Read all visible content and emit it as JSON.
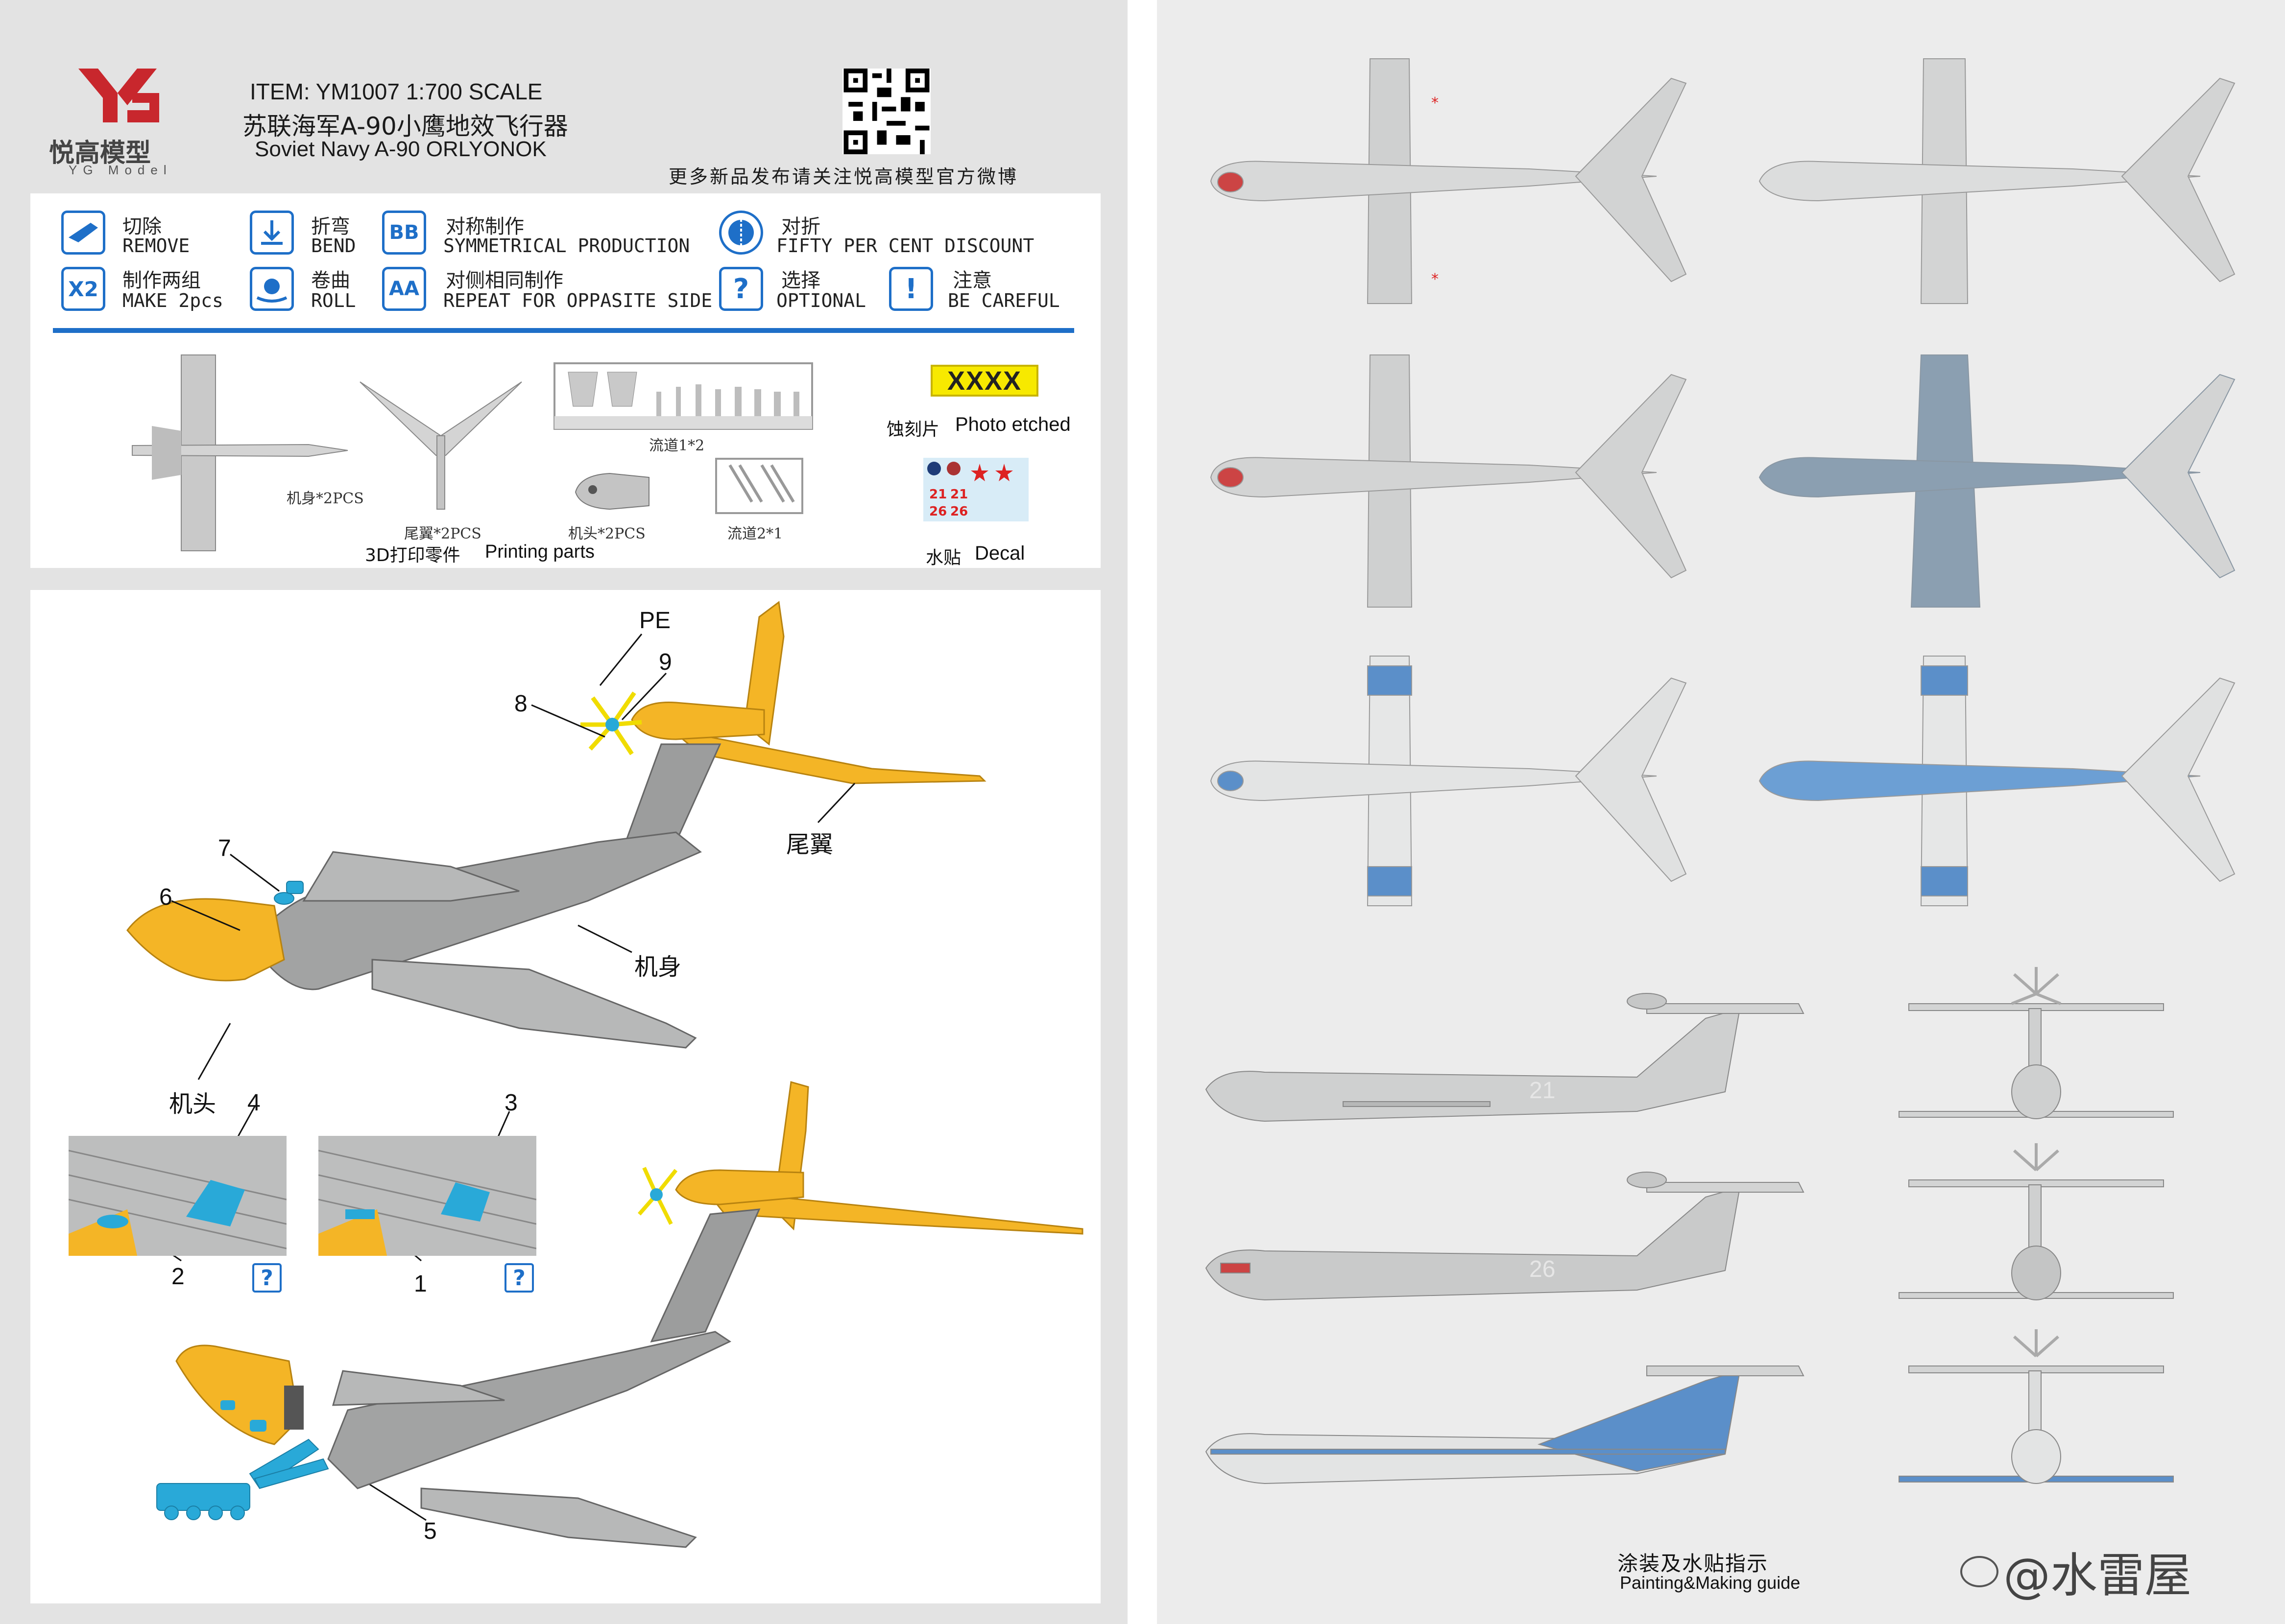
{
  "brand": {
    "logo_text": "悦高模型",
    "logo_sub": "YG Model"
  },
  "header": {
    "item_line": "ITEM: YM1007 1:700 SCALE",
    "title_zh": "苏联海军A-90小鹰地效飞行器",
    "title_en": "Soviet Navy A-90 ORLYONOK",
    "weibo_note": "更多新品发布请关注悦高模型官方微博"
  },
  "legend": [
    {
      "icon": "cut-icon",
      "zh": "切除",
      "en": "REMOVE"
    },
    {
      "icon": "bend-icon",
      "zh": "折弯",
      "en": "BEND"
    },
    {
      "icon": "symmetric-icon",
      "glyph": "BB",
      "zh": "对称制作",
      "en": "SYMMETRICAL PRODUCTION"
    },
    {
      "icon": "fold-half-icon",
      "zh": "对折",
      "en": "FIFTY PER CENT DISCOUNT"
    },
    {
      "icon": "make-two-icon",
      "glyph": "X2",
      "zh": "制作两组",
      "en": "MAKE 2pcs"
    },
    {
      "icon": "roll-icon",
      "zh": "卷曲",
      "en": "ROLL"
    },
    {
      "icon": "repeat-icon",
      "glyph": "AA",
      "zh": "对侧相同制作",
      "en": "REPEAT FOR OPPASITE SIDE"
    },
    {
      "icon": "question-icon",
      "glyph": "?",
      "zh": "选择",
      "en": "OPTIONAL"
    },
    {
      "icon": "exclamation-icon",
      "glyph": "!",
      "zh": "注意",
      "en": "BE CAREFUL"
    }
  ],
  "parts": {
    "fuselage": "机身*2PCS",
    "tail": "尾翼*2PCS",
    "nose": "机头*2PCS",
    "runner1": "流道1*2",
    "runner2": "流道2*1",
    "printing_zh": "3D打印零件",
    "printing_en": "Printing parts",
    "pe_sample": "XXXX",
    "pe_zh": "蚀刻片",
    "pe_en": "Photo etched",
    "decal_zh": "水贴",
    "decal_en": "Decal",
    "decal_numbers": [
      "21",
      "21",
      "26",
      "26"
    ]
  },
  "assembly": {
    "pe": "PE",
    "n1": "1",
    "n2": "2",
    "n3": "3",
    "n4": "4",
    "n5": "5",
    "n6": "6",
    "n7": "7",
    "n8": "8",
    "n9": "9",
    "tail_zh": "尾翼",
    "body_zh": "机身",
    "nose_zh": "机头",
    "help": "?"
  },
  "guide": {
    "title_zh": "涂装及水贴指示",
    "title_en": "Painting&Making guide",
    "side_numbers": [
      "21",
      "26"
    ]
  },
  "watermark": "@水雷屋",
  "colors": {
    "accent": "#1e6fc8",
    "part_yellow": "#f4b526",
    "part_blue": "#29a9d8",
    "aircraft_grey": "#c8c9c9",
    "stripe_blue": "#5b8fc9",
    "logo_red": "#c8272d"
  }
}
